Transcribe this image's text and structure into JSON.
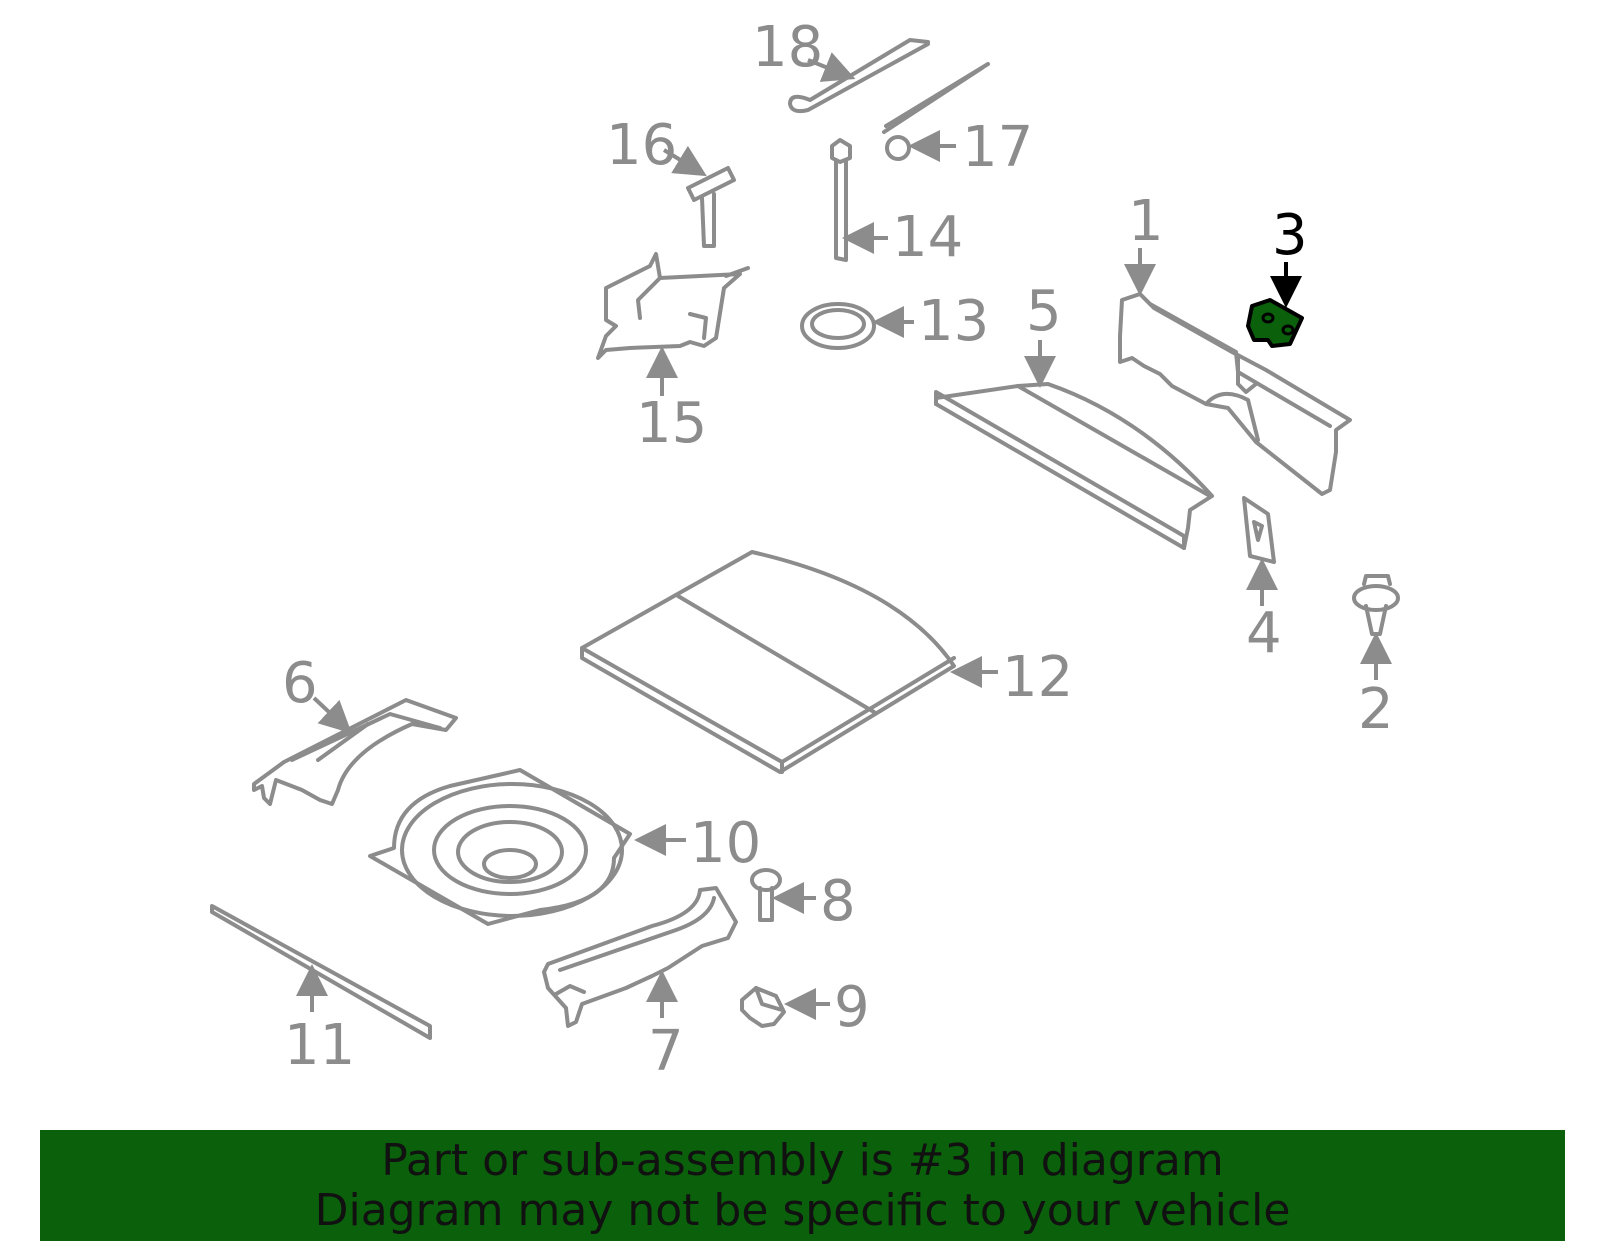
{
  "diagram": {
    "highlighted_part": "3",
    "highlight_color": "#0b600b",
    "part_color": "#8c8c8c",
    "callouts": {
      "c1": "1",
      "c2": "2",
      "c3": "3",
      "c4": "4",
      "c5": "5",
      "c6": "6",
      "c7": "7",
      "c8": "8",
      "c9": "9",
      "c10": "10",
      "c11": "11",
      "c12": "12",
      "c13": "13",
      "c14": "14",
      "c15": "15",
      "c16": "16",
      "c17": "17",
      "c18": "18"
    }
  },
  "banner": {
    "line1": "Part or sub-assembly is #3 in diagram",
    "line2": "Diagram may not be specific to your vehicle",
    "background": "#0b600b"
  }
}
